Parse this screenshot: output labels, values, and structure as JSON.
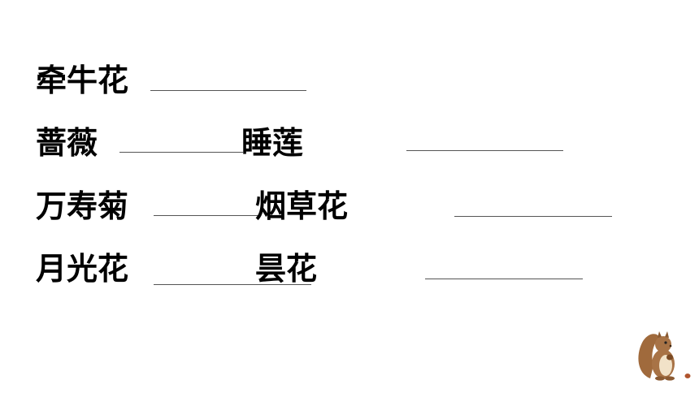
{
  "rows": [
    {
      "left": "牵牛花"
    },
    {
      "left": "蔷薇",
      "right": "睡莲"
    },
    {
      "left": "万寿菊",
      "right": "烟草花"
    },
    {
      "left": "月光花",
      "right": "昙花"
    }
  ],
  "decor": {
    "icon": "squirrel-icon",
    "colors": {
      "fur": "#a06a3c",
      "belly": "#f1e2c8"
    }
  }
}
